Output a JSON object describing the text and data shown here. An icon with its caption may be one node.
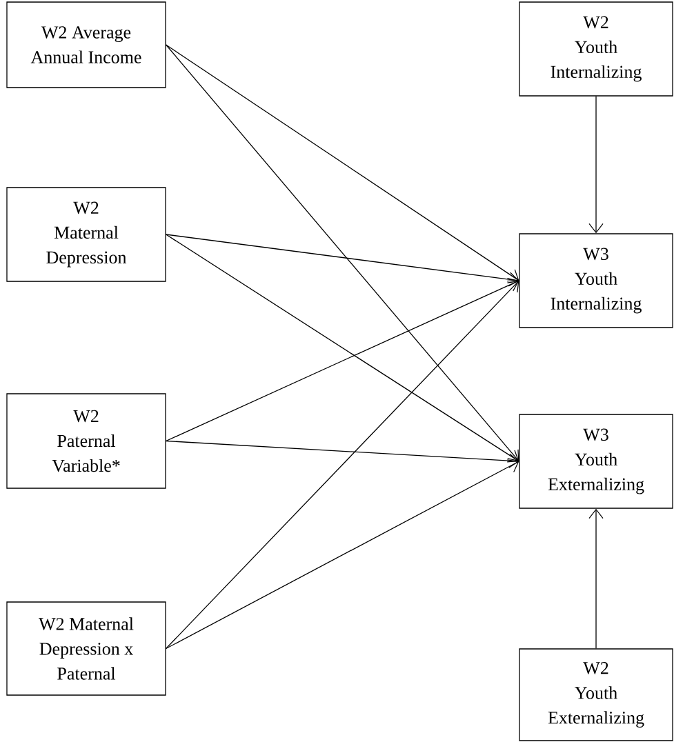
{
  "diagram": {
    "nodes": [
      {
        "text": [
          "W2 Average Annual Income"
        ]
      },
      {
        "text": [
          "W2 Youth Internalizing"
        ]
      },
      {
        "text": [
          "W2 Maternal Depression"
        ]
      },
      {
        "text": [
          "W3 Youth Internalizing"
        ]
      },
      {
        "text": [
          "W2 Paternal Variable*"
        ]
      },
      {
        "text": [
          "W3 Youth Externalizing"
        ]
      },
      {
        "text": [
          "W2 Maternal Depression x Paternal"
        ]
      },
      {
        "text": [
          "W2 Youth Externalizing"
        ]
      }
    ],
    "edges": [
      {
        "from": 0,
        "to": 3,
        "arrow": "to"
      },
      {
        "from": 0,
        "to": 5,
        "arrow": "to"
      },
      {
        "from": 2,
        "to": 3,
        "arrow": "to"
      },
      {
        "from": 2,
        "to": 5,
        "arrow": "to"
      },
      {
        "from": 4,
        "to": 3,
        "arrow": "to"
      },
      {
        "from": 4,
        "to": 5,
        "arrow": "to"
      },
      {
        "from": 6,
        "to": 3,
        "arrow": "to"
      },
      {
        "from": 6,
        "to": 5,
        "arrow": "to"
      },
      {
        "from": 1,
        "to": 3,
        "arrow": "to"
      },
      {
        "from": 7,
        "to": 5,
        "arrow": "to"
      }
    ]
  }
}
